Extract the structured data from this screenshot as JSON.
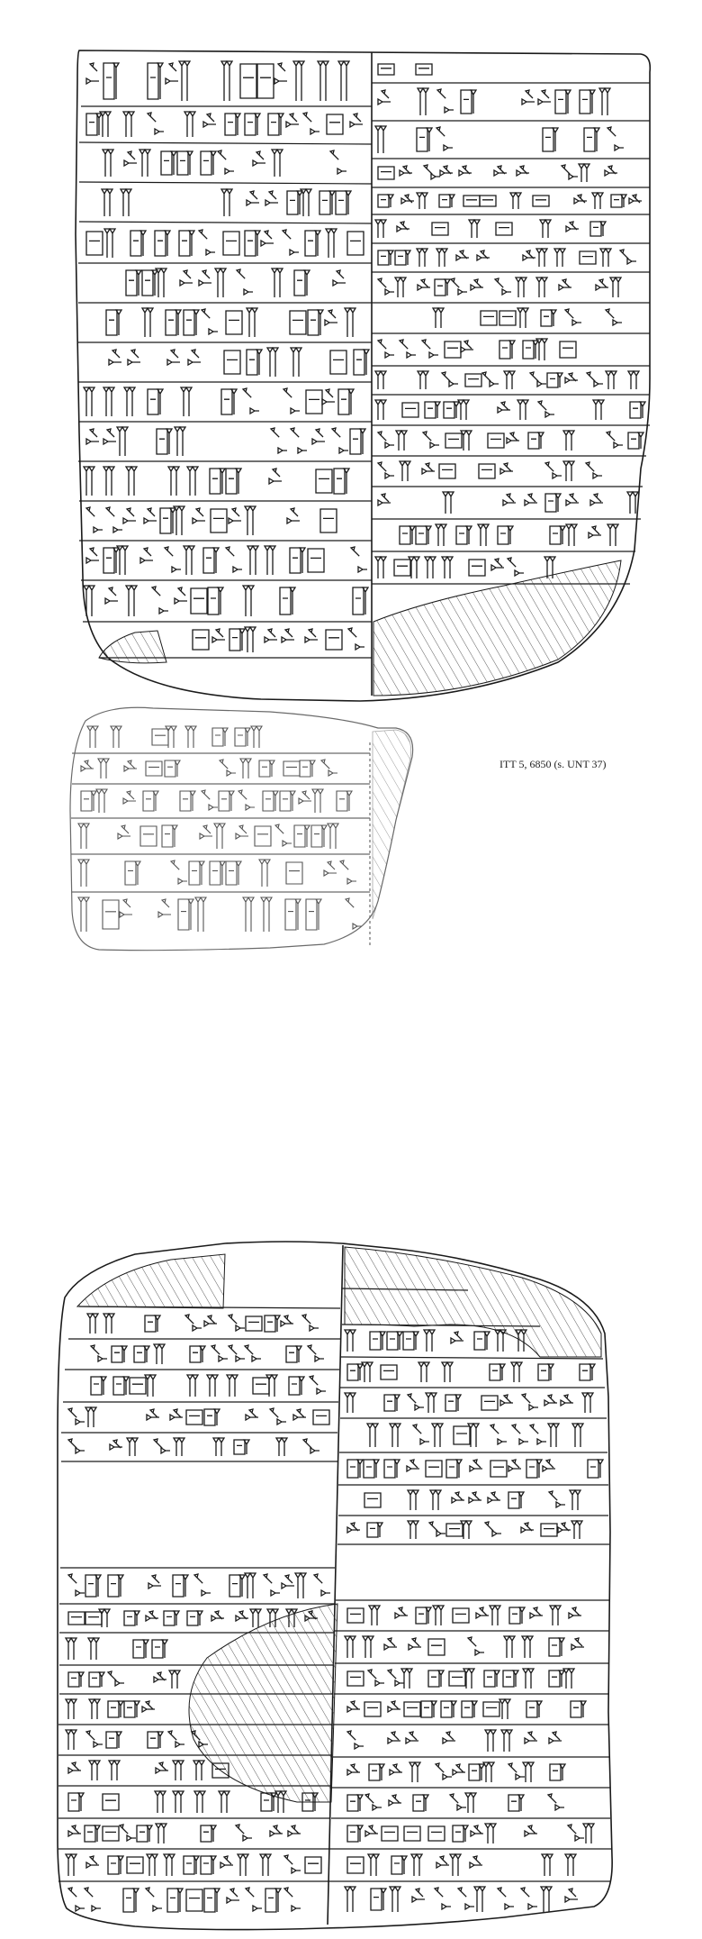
{
  "page": {
    "caption": "ITT 5, 6850 (s. UNT 37)",
    "ink_color": "#1a1a1a",
    "paper_color": "#ffffff"
  },
  "figures": [
    {
      "id": "tablet-upper",
      "label": "cuneiform tablet hand-copy, obverse"
    },
    {
      "id": "fragment",
      "label": "cuneiform tablet fragment"
    },
    {
      "id": "tablet-lower",
      "label": "cuneiform tablet hand-copy, reverse"
    }
  ]
}
